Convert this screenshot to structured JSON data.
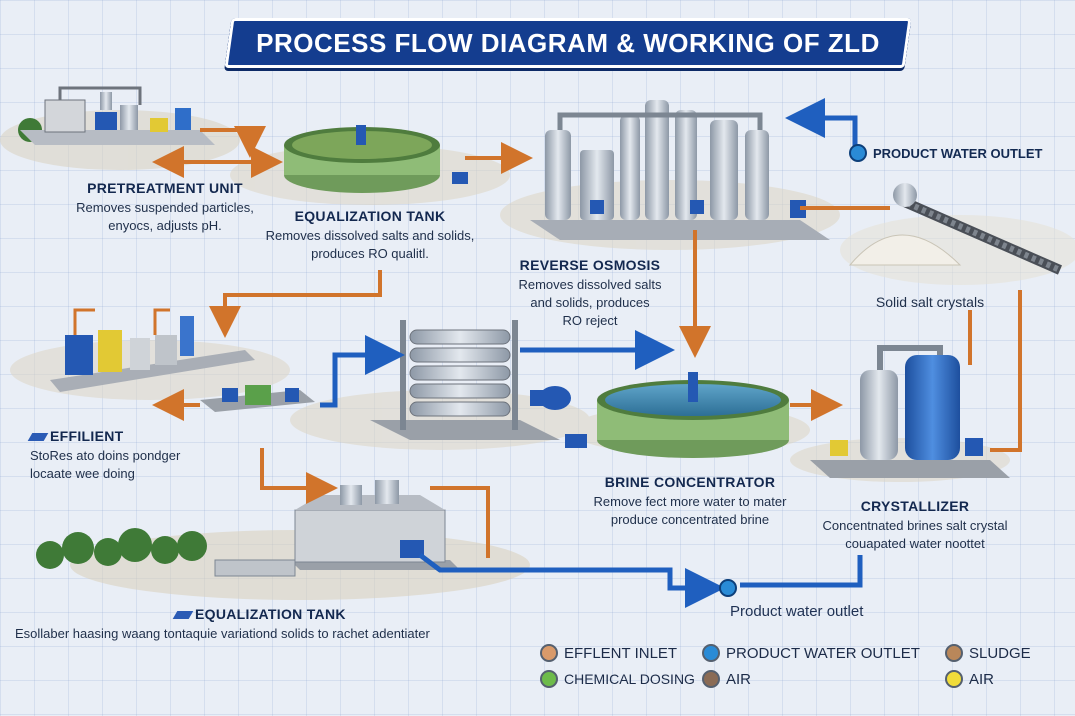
{
  "title": "PROCESS FLOW DIAGRAM & WORKING OF ZLD",
  "units": {
    "pretreatment": {
      "title": "PRETREATMENT UNIT",
      "line1": "Removes suspended particles,",
      "line2": "enyocs, adjusts pH."
    },
    "equalization_top": {
      "title": "EQUALIZATION TANK",
      "line1": "Removes dissolved salts and solids,",
      "line2": "produces RO qualitl."
    },
    "reverse_osmosis": {
      "title": "REVERSE OSMOSIS",
      "line1": "Removes dissolved salts",
      "line2": "and solids, produces",
      "line3": "RO reject"
    },
    "product_water_outlet_top": "PRODUCT WATER OUTLET",
    "solid_salt": "Solid salt crystals",
    "effluent": {
      "title": "EFFILIENT",
      "line1": "StoRes ato doins pondger",
      "line2": "locaate wee doing"
    },
    "brine_concentrator": {
      "title": "BRINE CONCENTRATOR",
      "line1": "Remove fect more water to mater",
      "line2": "produce concentrated brine"
    },
    "crystallizer": {
      "title": "CRYSTALLIZER",
      "line1": "Concentnated brines salt crystal",
      "line2": "couapated water noottet"
    },
    "product_water_outlet_bottom": "Product water outlet",
    "equalization_bottom": {
      "title": "EQUALIZATION TANK",
      "line1": "Esollaber haasing waang tontaquie variationd solids to rachet adentiater"
    }
  },
  "legend": [
    {
      "label": "EFFLENT INLET",
      "color": "#d99a6a"
    },
    {
      "label": "PRODUCT WATER OUTLET",
      "color": "#2a8bd6"
    },
    {
      "label": "SLUDGE",
      "color": "#b9875a"
    },
    {
      "label": "CHEMICAL DOSING",
      "color": "#6dbb4a"
    },
    {
      "label": "AIR",
      "color": "#8a6b55"
    },
    {
      "label": "AIR",
      "color": "#f0dc3a"
    }
  ],
  "colors": {
    "banner": "#143d8f",
    "flow_orange": "#d1742b",
    "flow_blue": "#1f5fbf",
    "tank_green": "#7fae6a",
    "steel": "#a9b3bf",
    "equipment_blue": "#2458b3"
  }
}
